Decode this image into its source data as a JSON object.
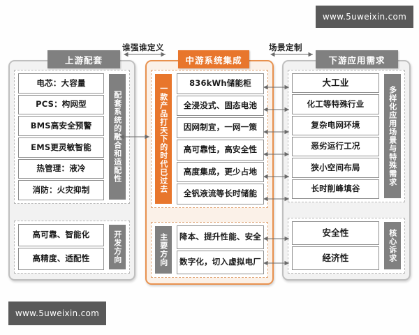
{
  "watermarks": {
    "top_right": "www.5uweixin.com",
    "bottom_left": "www.5uweixin.com"
  },
  "colors": {
    "accent_orange": "#e8762c",
    "panel_orange_fill": "#fbf1e8",
    "panel_orange_border": "#e8914e",
    "tab_grey": "#808080",
    "column_grey_fill": "#f2f2f2",
    "column_grey_border": "#bfbfbf",
    "watermark_grey": "#595959",
    "item_border": "#8f8f8f"
  },
  "connectors": {
    "left_label": "谁强谁定义",
    "right_label": "场景定制"
  },
  "columns": {
    "left": {
      "tab": "上游配套",
      "section_main": {
        "side_label": "配套系统的融合和适配性",
        "items": [
          "电芯：大容量",
          "PCS：构网型",
          "BMS高安全预警",
          "EMS更灵敏智能",
          "热管理：液冷",
          "消防：火灾抑制"
        ]
      },
      "section_bottom": {
        "side_label": "开发方向",
        "items": [
          "高可靠、智能化",
          "高精度、适配性"
        ]
      }
    },
    "middle": {
      "tab": "中游系统集成",
      "section_main": {
        "side_label": "一款产品打天下的时代已过去",
        "items": [
          "836kWh储能柜",
          "全浸没式、固态电池",
          "因网制宜，一网一策",
          "高可靠性，高安全性",
          "高度集成，更少占地",
          "全钒液流等长时储能"
        ]
      },
      "section_bottom": {
        "side_label": "主要方向",
        "items": [
          "降本、提升性能、安全",
          "数字化，切入虚拟电厂"
        ]
      }
    },
    "right": {
      "tab": "下游应用需求",
      "section_main": {
        "side_label": "多样化应用场景与特殊需求",
        "items": [
          "大工业",
          "化工等特殊行业",
          "复杂电网环境",
          "恶劣运行工况",
          "狭小空间布局",
          "长时削峰填谷"
        ]
      },
      "section_bottom": {
        "side_label": "核心诉求",
        "items": [
          "安全性",
          "经济性"
        ]
      }
    }
  }
}
